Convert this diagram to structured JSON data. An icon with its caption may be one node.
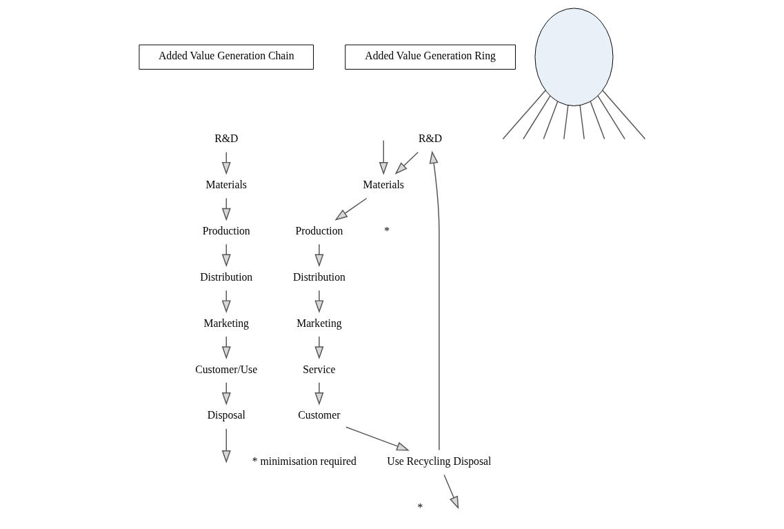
{
  "diagram": {
    "nodes": [
      {
        "text": [
          "Added Value Generation Chain"
        ]
      },
      {
        "text": [
          "Added Value Generation Ring"
        ]
      },
      {
        "text": [
          "R&D"
        ]
      },
      {
        "text": [
          "Materials"
        ]
      },
      {
        "text": [
          "Production"
        ]
      },
      {
        "text": [
          "Distribution"
        ]
      },
      {
        "text": [
          "Marketing"
        ]
      },
      {
        "text": [
          "Customer/Use"
        ]
      },
      {
        "text": [
          "Disposal"
        ]
      },
      {
        "text": [
          "R&D"
        ]
      },
      {
        "text": [
          "Materials"
        ]
      },
      {
        "text": [
          "Production"
        ]
      },
      {
        "text": [
          "Distribution"
        ]
      },
      {
        "text": [
          "Marketing"
        ]
      },
      {
        "text": [
          "Service"
        ]
      },
      {
        "text": [
          "Customer"
        ]
      },
      {
        "text": [
          "Use Recycling Disposal"
        ]
      },
      {
        "text": [],
        "shape": "ellipse"
      }
    ],
    "edges": [
      {
        "from": 2,
        "to": 3,
        "arrow": "to"
      },
      {
        "from": 3,
        "to": 4,
        "arrow": "to"
      },
      {
        "from": 4,
        "to": 5,
        "arrow": "to"
      },
      {
        "from": 5,
        "to": 6,
        "arrow": "to"
      },
      {
        "from": 6,
        "to": 7,
        "arrow": "to"
      },
      {
        "from": 7,
        "to": 8,
        "arrow": "to"
      },
      {
        "from": 8,
        "to": null,
        "arrow": "to"
      },
      {
        "from": 9,
        "to": 10,
        "arrow": "to"
      },
      {
        "from": 10,
        "to": 11,
        "arrow": "to"
      },
      {
        "from": 11,
        "to": 12,
        "arrow": "to"
      },
      {
        "from": 12,
        "to": 13,
        "arrow": "to"
      },
      {
        "from": 13,
        "to": 14,
        "arrow": "to"
      },
      {
        "from": 14,
        "to": 15,
        "arrow": "to"
      },
      {
        "from": 15,
        "to": 16,
        "arrow": "to"
      },
      {
        "from": 16,
        "to": 9,
        "arrow": "to"
      },
      {
        "from": null,
        "to": 10,
        "arrow": "to"
      },
      {
        "from": 16,
        "to": null,
        "arrow": "to"
      },
      {
        "from": 17,
        "to": null,
        "arrow": "none"
      },
      {
        "from": 17,
        "to": null,
        "arrow": "none"
      },
      {
        "from": 17,
        "to": null,
        "arrow": "none"
      },
      {
        "from": 17,
        "to": null,
        "arrow": "none"
      },
      {
        "from": 17,
        "to": null,
        "arrow": "none"
      },
      {
        "from": 17,
        "to": null,
        "arrow": "none"
      },
      {
        "from": 17,
        "to": null,
        "arrow": "none"
      },
      {
        "from": 17,
        "to": null,
        "arrow": "none"
      }
    ],
    "labels": [
      "*",
      "*",
      "* minimisation required"
    ]
  }
}
